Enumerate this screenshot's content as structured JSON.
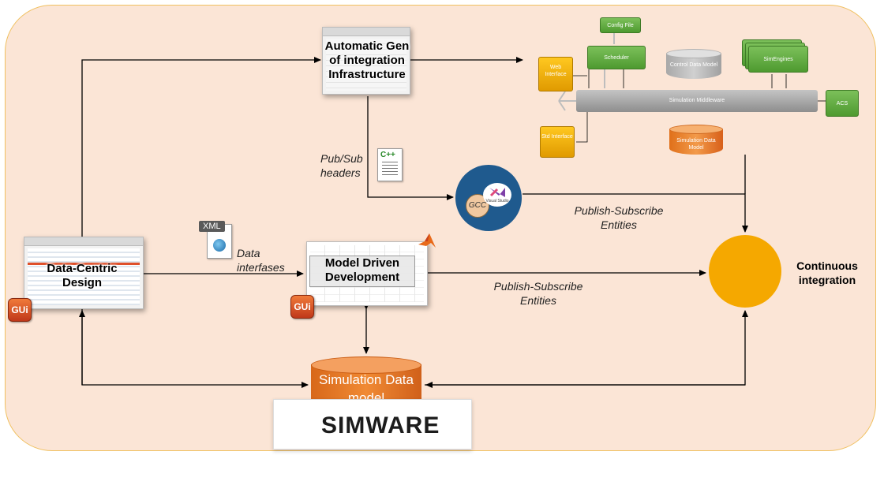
{
  "nodes": {
    "auto_gen": "Automatic Gen of integration Infrastructure",
    "data_centric": "Data-Centric Design",
    "model_driven": "Model Driven Development",
    "continuous": "Continuous integration",
    "sim_data_model": "Simulation Data model"
  },
  "labels": {
    "pubsub_headers": "Pub/Sub headers",
    "data_interfases": "Data interfases",
    "pse_top": "Publish-Subscribe Entities",
    "pse_mid": "Publish-Subscribe Entities"
  },
  "badges": {
    "gui": "GUi",
    "xml": "XML",
    "cpp": "C++",
    "gcc": "GCC",
    "vs": "Visual Studio"
  },
  "architecture": {
    "config_file": "Config File",
    "scheduler": "Scheduler",
    "web_interface": "Web Interface",
    "std_interface": "Std Interface",
    "control_data_model": "Control Data Model",
    "sim_engines": "SimEngines",
    "middleware": "Simulation Middleware",
    "acs": "ACS",
    "sim_data_model_small": "Simulation Data Model"
  },
  "logo": {
    "word": "SIMWARE"
  },
  "colors": {
    "panel_bg": "#fbe5d6",
    "panel_border": "#f0c060",
    "accent_orange": "#f5a800",
    "gears_blue": "#1f5a8e"
  }
}
